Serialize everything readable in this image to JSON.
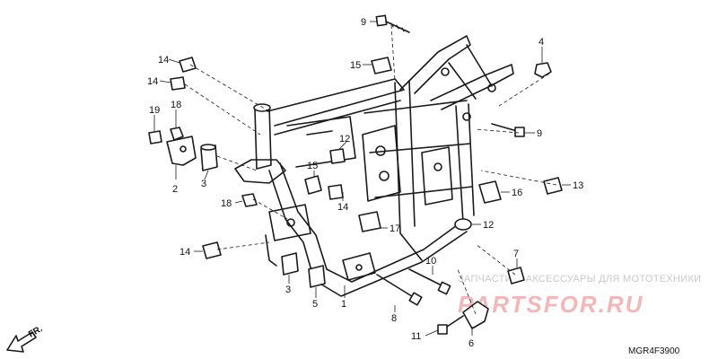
{
  "diagram": {
    "front_marker": "FR.",
    "diagram_code": "MGR4F3900",
    "watermark_caption": "ЗАПЧАСТИ И АКСЕССУАРЫ ДЛЯ МОТОТЕХНИКИ",
    "watermark_logo": "PARTSFOR.RU",
    "callouts": [
      {
        "id": "c9a",
        "label": "9"
      },
      {
        "id": "c4",
        "label": "4"
      },
      {
        "id": "c14a",
        "label": "14"
      },
      {
        "id": "c15a",
        "label": "15"
      },
      {
        "id": "c14b",
        "label": "14"
      },
      {
        "id": "c19",
        "label": "19"
      },
      {
        "id": "c18a",
        "label": "18"
      },
      {
        "id": "c9b",
        "label": "9"
      },
      {
        "id": "c12a",
        "label": "12"
      },
      {
        "id": "c13",
        "label": "13"
      },
      {
        "id": "c2",
        "label": "2"
      },
      {
        "id": "c3a",
        "label": "3"
      },
      {
        "id": "c15b",
        "label": "15"
      },
      {
        "id": "c14c",
        "label": "14"
      },
      {
        "id": "c16",
        "label": "16"
      },
      {
        "id": "c18b",
        "label": "18"
      },
      {
        "id": "c12b",
        "label": "12"
      },
      {
        "id": "c17",
        "label": "17"
      },
      {
        "id": "c14d",
        "label": "14"
      },
      {
        "id": "c7",
        "label": "7"
      },
      {
        "id": "c10",
        "label": "10"
      },
      {
        "id": "c3b",
        "label": "3"
      },
      {
        "id": "c5",
        "label": "5"
      },
      {
        "id": "c1",
        "label": "1"
      },
      {
        "id": "c8",
        "label": "8"
      },
      {
        "id": "c11",
        "label": "11"
      },
      {
        "id": "c6",
        "label": "6"
      }
    ]
  }
}
